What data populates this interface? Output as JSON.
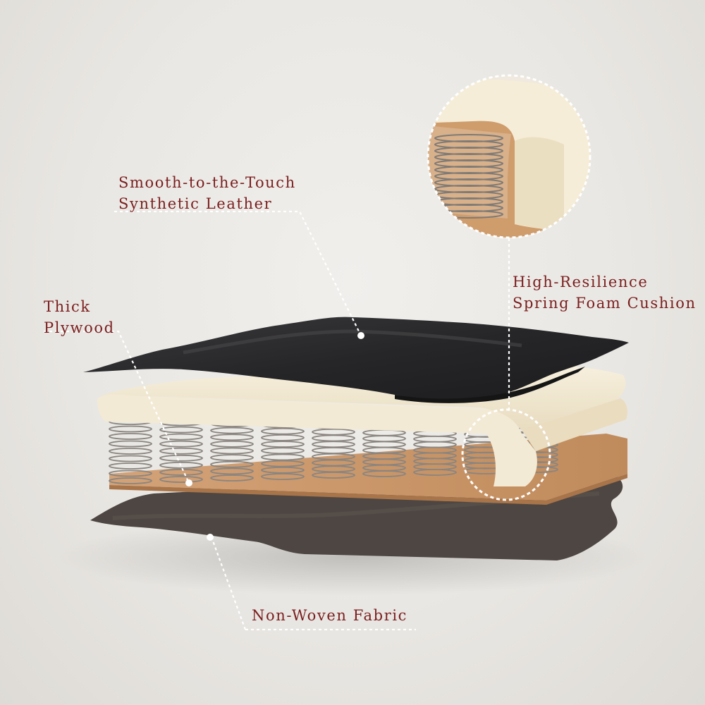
{
  "labels": {
    "leather": {
      "line1": "Smooth-to-the-Touch",
      "line2": "Synthetic Leather"
    },
    "plywood": {
      "line1": "Thick",
      "line2": "Plywood"
    },
    "cushion": {
      "line1": "High-Resilience",
      "line2": "Spring Foam Cushion"
    },
    "fabric": {
      "line1": "Non-Woven Fabric"
    }
  },
  "colors": {
    "label_text": "#7a1e1e",
    "leader_line": "#ffffff",
    "leather": "#2b2b2d",
    "foam": "#f3e9d2",
    "plywood": "#c99668",
    "fabric": "#4d4642",
    "spring": "#8a8580"
  },
  "layers": [
    "synthetic-leather",
    "foam-cushion",
    "springs",
    "plywood",
    "non-woven-fabric"
  ]
}
